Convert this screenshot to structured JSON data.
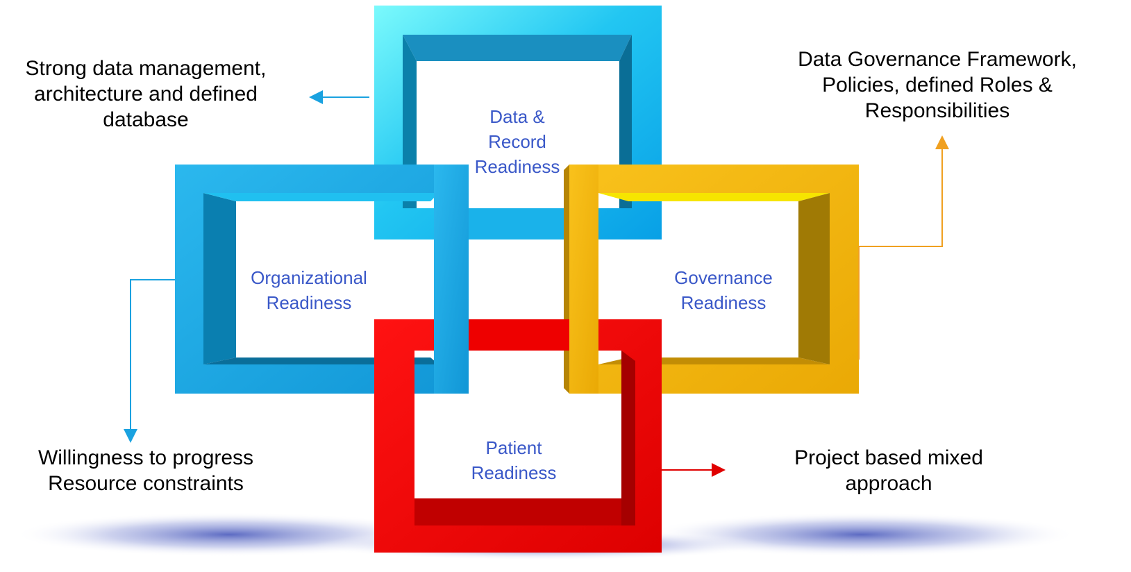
{
  "frames": {
    "data_record": {
      "lines": [
        "Data &",
        "Record",
        "Readiness"
      ]
    },
    "organizational": {
      "lines": [
        "Organizational",
        "Readiness"
      ]
    },
    "governance": {
      "lines": [
        "Governance",
        "Readiness"
      ]
    },
    "patient": {
      "lines": [
        "Patient",
        "Readiness"
      ]
    }
  },
  "captions": {
    "data_record": [
      "Strong data management,",
      "architecture and defined",
      "database"
    ],
    "governance": [
      "Data Governance Framework,",
      "Policies, defined Roles &",
      "Responsibilities"
    ],
    "organizational": [
      "Willingness to progress",
      "Resource constraints"
    ],
    "patient": [
      "Project based mixed",
      "approach"
    ]
  },
  "colors": {
    "data_record_frame": "#1fb6ee",
    "organizational_frame": "#1ba7e3",
    "governance_frame": "#f2b40e",
    "patient_frame": "#ef0000",
    "label_text": "#3a58c8",
    "arrow_blue": "#1aa2e0",
    "arrow_orange": "#f0a020",
    "arrow_red": "#e00000"
  }
}
